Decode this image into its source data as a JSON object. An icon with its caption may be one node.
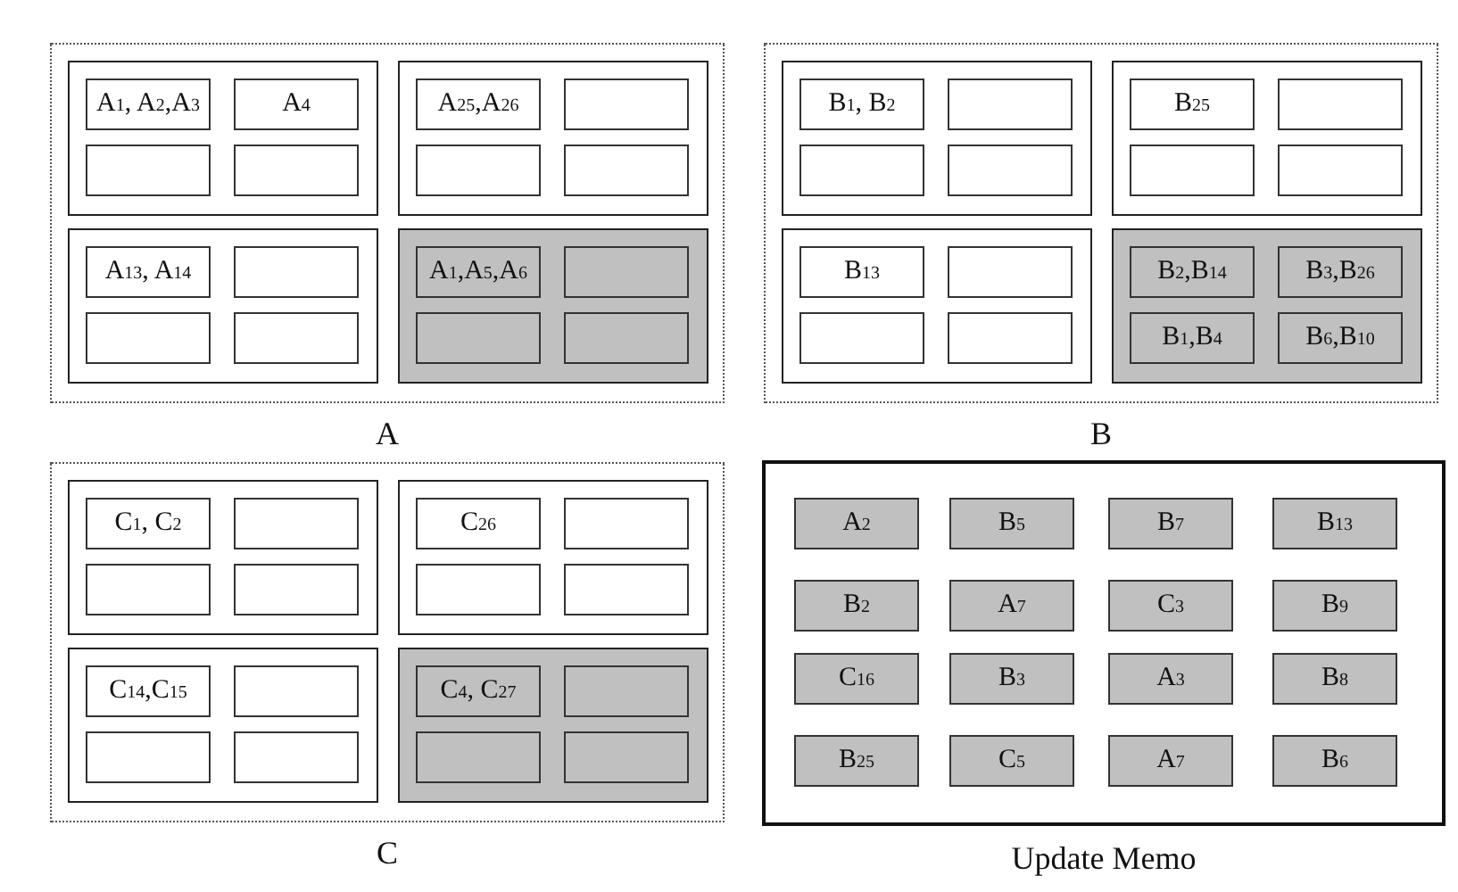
{
  "diagram": {
    "nodes": [
      {
        "text": [
          "A"
        ]
      },
      {
        "text": [],
        "shape": "box",
        "in": 0
      },
      {
        "text": [
          "A$_{1}$, A$_{2}$,A$_{3}$"
        ],
        "in": 1
      },
      {
        "text": [
          "A$_{4}$"
        ],
        "in": 1
      },
      {
        "text": [],
        "shape": "box",
        "in": 1
      },
      {
        "text": [],
        "shape": "box",
        "in": 1
      },
      {
        "text": [],
        "shape": "box",
        "in": 0
      },
      {
        "text": [
          "A$_{25}$,A$_{26}$"
        ],
        "in": 6
      },
      {
        "text": [],
        "shape": "box",
        "in": 6
      },
      {
        "text": [],
        "shape": "box",
        "in": 6
      },
      {
        "text": [],
        "shape": "box",
        "in": 6
      },
      {
        "text": [],
        "shape": "box",
        "in": 0
      },
      {
        "text": [
          "A$_{13}$, A$_{14}$"
        ],
        "in": 11
      },
      {
        "text": [],
        "shape": "box",
        "in": 11
      },
      {
        "text": [],
        "shape": "box",
        "in": 11
      },
      {
        "text": [],
        "shape": "box",
        "in": 11
      },
      {
        "text": [],
        "shape": "box",
        "in": 0
      },
      {
        "text": [
          "A$_{1}$,A$_{5}$,A$_{6}$"
        ],
        "in": 16
      },
      {
        "text": [],
        "shape": "box",
        "in": 16
      },
      {
        "text": [],
        "shape": "box",
        "in": 16
      },
      {
        "text": [],
        "shape": "box",
        "in": 16
      },
      {
        "text": [
          "B"
        ]
      },
      {
        "text": [],
        "shape": "box",
        "in": 21
      },
      {
        "text": [
          "B$_{1}$, B$_{2}$"
        ],
        "in": 22
      },
      {
        "text": [],
        "shape": "box",
        "in": 22
      },
      {
        "text": [],
        "shape": "box",
        "in": 22
      },
      {
        "text": [],
        "shape": "box",
        "in": 22
      },
      {
        "text": [],
        "shape": "box",
        "in": 21
      },
      {
        "text": [
          "B$_{25}$"
        ],
        "in": 27
      },
      {
        "text": [],
        "shape": "box",
        "in": 27
      },
      {
        "text": [],
        "shape": "box",
        "in": 27
      },
      {
        "text": [],
        "shape": "box",
        "in": 27
      },
      {
        "text": [],
        "shape": "box",
        "in": 21
      },
      {
        "text": [
          "B$_{13}$"
        ],
        "in": 32
      },
      {
        "text": [],
        "shape": "box",
        "in": 32
      },
      {
        "text": [],
        "shape": "box",
        "in": 32
      },
      {
        "text": [],
        "shape": "box",
        "in": 32
      },
      {
        "text": [],
        "shape": "box",
        "in": 21
      },
      {
        "text": [
          "B$_{2}$,B$_{14}$"
        ],
        "in": 37
      },
      {
        "text": [
          "B$_{3}$,B$_{26}$"
        ],
        "in": 37
      },
      {
        "text": [
          "B$_{1}$,B$_{4}$"
        ],
        "in": 37
      },
      {
        "text": [
          "B$_{6}$,B$_{10}$"
        ],
        "in": 37
      },
      {
        "text": [
          "C"
        ]
      },
      {
        "text": [],
        "shape": "box",
        "in": 42
      },
      {
        "text": [
          "C$_{1}$, C$_{2}$"
        ],
        "in": 43
      },
      {
        "text": [],
        "shape": "box",
        "in": 43
      },
      {
        "text": [],
        "shape": "box",
        "in": 43
      },
      {
        "text": [],
        "shape": "box",
        "in": 43
      },
      {
        "text": [],
        "shape": "box",
        "in": 42
      },
      {
        "text": [
          "C$_{26}$"
        ],
        "in": 48
      },
      {
        "text": [],
        "shape": "box",
        "in": 48
      },
      {
        "text": [],
        "shape": "box",
        "in": 48
      },
      {
        "text": [],
        "shape": "box",
        "in": 48
      },
      {
        "text": [],
        "shape": "box",
        "in": 42
      },
      {
        "text": [
          "C$_{14}$,C$_{15}$"
        ],
        "in": 53
      },
      {
        "text": [],
        "shape": "box",
        "in": 53
      },
      {
        "text": [],
        "shape": "box",
        "in": 53
      },
      {
        "text": [],
        "shape": "box",
        "in": 53
      },
      {
        "text": [],
        "shape": "box",
        "in": 42
      },
      {
        "text": [
          "C$_{4}$, C$_{27}$"
        ],
        "in": 58
      },
      {
        "text": [],
        "shape": "box",
        "in": 58
      },
      {
        "text": [],
        "shape": "box",
        "in": 58
      },
      {
        "text": [],
        "shape": "box",
        "in": 58
      },
      {
        "text": [
          "Update Memo"
        ]
      },
      {
        "text": [
          "A$_{2}$"
        ],
        "in": 63
      },
      {
        "text": [
          "B$_{5}$"
        ],
        "in": 63
      },
      {
        "text": [
          "B$_{7}$"
        ],
        "in": 63
      },
      {
        "text": [
          "B$_{13}$"
        ],
        "in": 63
      },
      {
        "text": [
          "B$_{2}$"
        ],
        "in": 63
      },
      {
        "text": [
          "A$_{7}$"
        ],
        "in": 63
      },
      {
        "text": [
          "C$_{3}$"
        ],
        "in": 63
      },
      {
        "text": [
          "B$_{9}$"
        ],
        "in": 63
      },
      {
        "text": [
          "C$_{16}$"
        ],
        "in": 63
      },
      {
        "text": [
          "B$_{3}$"
        ],
        "in": 63
      },
      {
        "text": [
          "A$_{3}$"
        ],
        "in": 63
      },
      {
        "text": [
          "B$_{8}$"
        ],
        "in": 63
      },
      {
        "text": [
          "B$_{25}$"
        ],
        "in": 63
      },
      {
        "text": [
          "C$_{5}$"
        ],
        "in": 63
      },
      {
        "text": [
          "A$_{7}$"
        ],
        "in": 63
      },
      {
        "text": [
          "B$_{6}$"
        ],
        "in": 63
      }
    ]
  }
}
